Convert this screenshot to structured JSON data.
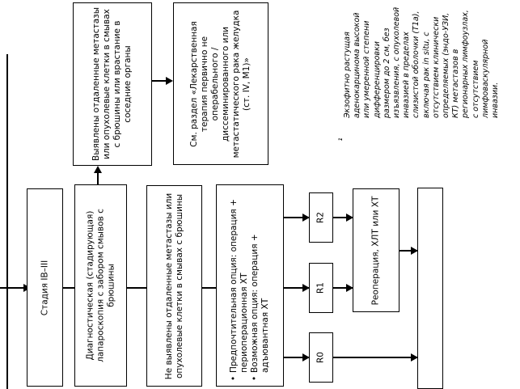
{
  "stage_box": {
    "text": "Стадия IB–III"
  },
  "laparoscopy_box": {
    "text": "Диагностическая (стадирующая) лапароскопия с забором смывов с брюшины"
  },
  "metastases_found_box": {
    "text": "Выявлены отдаленные метастазы или опухолевые клетки в смывах с брюшины или врастание в соседние органы"
  },
  "reference_box": {
    "text": "См. раздел «Лекарственная терапия первично не операбельного / диссеминированного или метастатического рака желудка (ст. IV, M1)»"
  },
  "no_metastases_box": {
    "text": "Не выявлены отдаленные метастазы или опухолевые клетки в смывах с брюшины"
  },
  "options_box": {
    "options": [
      "Предпочтительная опция: операция + периоперационная ХТ",
      "Возможная опция: операция + адъювантная ХТ"
    ]
  },
  "r_boxes": [
    {
      "label": "R0"
    },
    {
      "label": "R1"
    },
    {
      "label": "R2"
    }
  ],
  "reoperation_box": {
    "text": "Реоперация, ХЛТ или ХТ"
  },
  "footnote": {
    "marker": "¹",
    "text": "Экзофитно растущая аденокарцинома высокой или умеренной степени дифференцировки размером до 2 см, без изъязвления, с опухолевой инвазией в пределах слизистой оболочки (T1a), включая рак in situ, с отсутствием клинически определяемых (эндо-УЗИ, КТ) метастазов в регионарных лимфоузлах, с отсутствием лимфоваскулярной инвазии."
  }
}
